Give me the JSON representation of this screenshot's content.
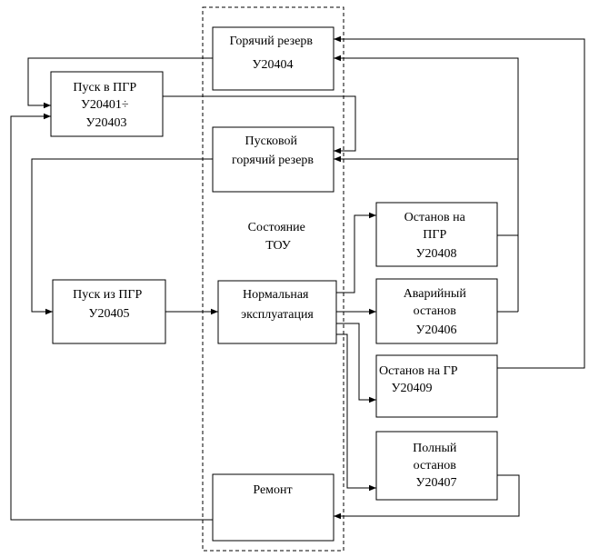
{
  "state_region": {
    "label_lines": [
      "Состояние",
      "ТОУ"
    ]
  },
  "blocks": {
    "hot_reserve": {
      "lines": [
        "Горячий резерв",
        "У20404"
      ]
    },
    "start_to_pgr": {
      "lines": [
        "Пуск в ПГР",
        "У20401÷",
        "У20403"
      ]
    },
    "start_hot_reserve": {
      "lines": [
        "Пусковой",
        "горячий резерв"
      ]
    },
    "start_from_pgr": {
      "lines": [
        "Пуск из ПГР",
        "У20405"
      ]
    },
    "normal_operation": {
      "lines": [
        "Нормальная",
        "эксплуатация"
      ]
    },
    "stop_on_pgr": {
      "lines": [
        "Останов на",
        "ПГР",
        "У20408"
      ]
    },
    "emergency_stop": {
      "lines": [
        "Аварийный",
        "останов",
        "У20406"
      ]
    },
    "stop_on_gr": {
      "lines": [
        "Останов на ГР",
        "У20409"
      ]
    },
    "full_stop": {
      "lines": [
        "Полный",
        "останов",
        "У20407"
      ]
    },
    "repair": {
      "lines": [
        "Ремонт"
      ]
    }
  }
}
